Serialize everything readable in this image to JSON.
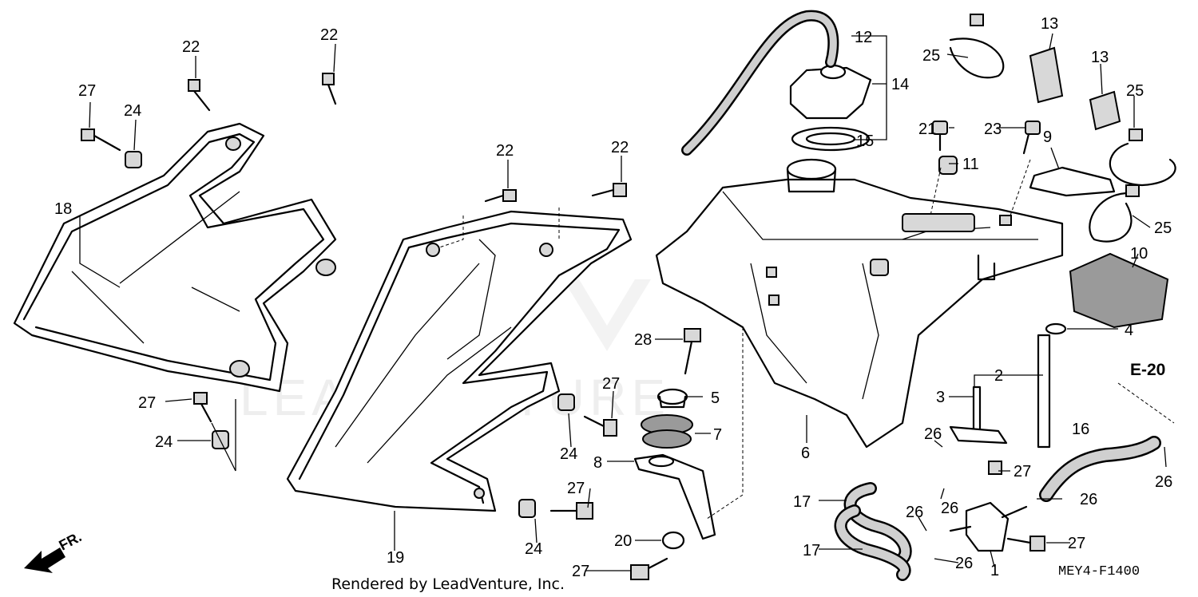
{
  "diagram": {
    "callouts": {
      "c1": "1",
      "c2": "2",
      "c3": "3",
      "c4": "4",
      "c5": "5",
      "c6": "6",
      "c7": "7",
      "c8": "8",
      "c9": "9",
      "c10": "10",
      "c11": "11",
      "c12": "12",
      "c13a": "13",
      "c13b": "13",
      "c14": "14",
      "c15": "15",
      "c16": "16",
      "c17a": "17",
      "c17b": "17",
      "c18": "18",
      "c19": "19",
      "c20": "20",
      "c21": "21",
      "c22a": "22",
      "c22b": "22",
      "c22c": "22",
      "c22d": "22",
      "c23": "23",
      "c24a": "24",
      "c24b": "24",
      "c24c": "24",
      "c24d": "24",
      "c25a": "25",
      "c25b": "25",
      "c25c": "25",
      "c26a": "26",
      "c26b": "26",
      "c26c": "26",
      "c26d": "26",
      "c26e": "26",
      "c26f": "26",
      "c27a": "27",
      "c27b": "27",
      "c27c": "27",
      "c27d": "27",
      "c27e": "27",
      "c27f": "27",
      "c27g": "27",
      "c28": "28"
    },
    "reference": "E-20",
    "diagram_code": "MEY4-F1400",
    "credit": "Rendered by LeadVenture, Inc.",
    "front_arrow_label": "FR.",
    "watermark": "LEADVENTURE"
  }
}
